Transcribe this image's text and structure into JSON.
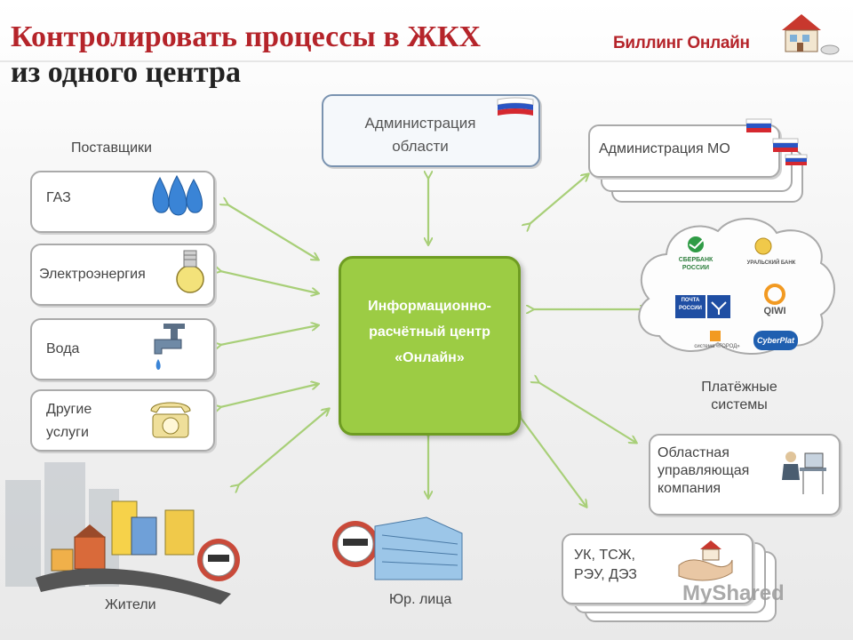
{
  "header": {
    "title_line1": "Контролировать процессы в ЖКХ",
    "title_line2": "из одного центра",
    "brand": "Биллинг Онлайн"
  },
  "center": {
    "line1": "Информационно-",
    "line2": "расчётный центр",
    "line3": "«Онлайн»"
  },
  "suppliers": {
    "heading": "Поставщики",
    "items": [
      {
        "label": "ГАЗ",
        "icon": "gas-flame-icon"
      },
      {
        "label": "Электроэнергия",
        "icon": "light-bulb-icon"
      },
      {
        "label": "Вода",
        "icon": "water-tap-icon"
      },
      {
        "label_line1": "Другие",
        "label_line2": "услуги",
        "icon": "telephone-icon"
      }
    ]
  },
  "admin_region": {
    "line1": "Администрация",
    "line2": "области",
    "icon": "russia-flag-icon"
  },
  "admin_mo": {
    "label": "Администрация МО",
    "icon": "russia-flag-icon"
  },
  "payment_systems": {
    "line1": "Платёжные",
    "line2": "системы",
    "logos": [
      "СБЕРБАНК",
      "РОССИИ",
      "УРАЛЬСКИЙ БАНК",
      "ПОЧТА",
      "РОССИИ",
      "QIWI",
      "система «ГОРОД»",
      "CyberPlat"
    ]
  },
  "regional_company": {
    "line1": "Областная",
    "line2": "управляющая",
    "line3": "компания"
  },
  "uk": {
    "line1": "УК, ТСЖ,",
    "line2": "РЭУ, ДЭЗ"
  },
  "residents": {
    "label": "Жители"
  },
  "legal_entities": {
    "label": "Юр. лица"
  },
  "watermark": {
    "text": "MyShared"
  },
  "colors": {
    "title_red": "#b5242a",
    "center_green": "#9ccc44",
    "arrow_green": "#a8cf78"
  }
}
